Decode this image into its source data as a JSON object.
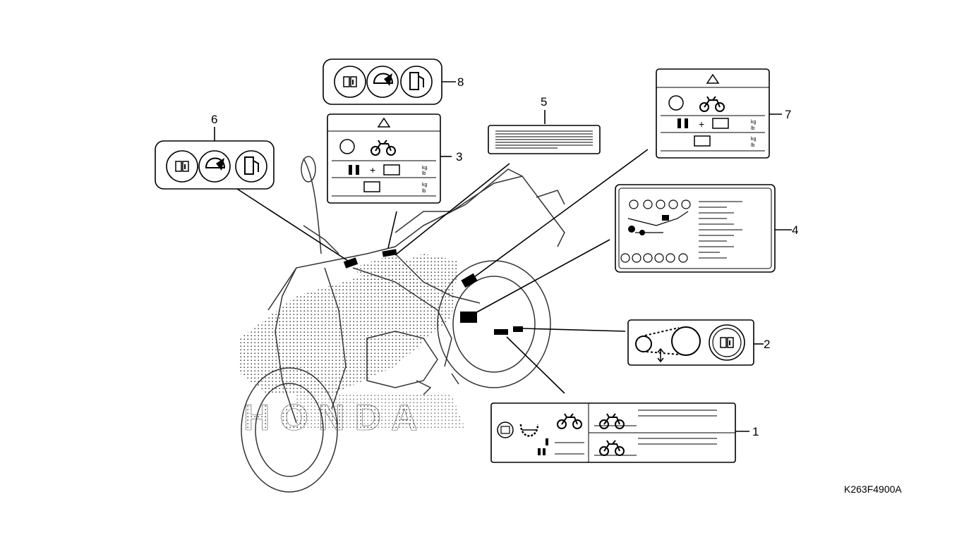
{
  "diagram": {
    "part_code": "K263F4900A",
    "callouts": [
      "1",
      "2",
      "3",
      "4",
      "5",
      "6",
      "7",
      "8"
    ],
    "label_units": {
      "kg": "kg",
      "lb": "lb"
    },
    "watermark_brand": "HONDA",
    "icons": [
      "owner-manual-icon",
      "helmet-icon",
      "fuel-pump-icon",
      "warning-triangle-icon",
      "motorcycle-icon",
      "rider-icon",
      "luggage-icon",
      "tire-icon",
      "chain-icon"
    ]
  }
}
